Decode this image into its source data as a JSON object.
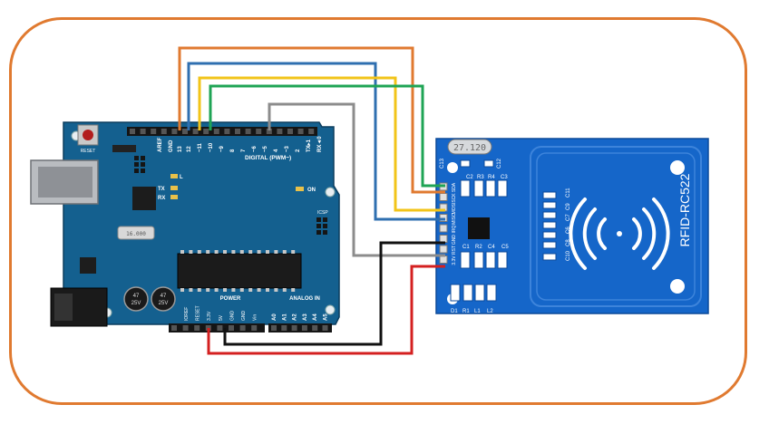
{
  "arduino": {
    "header_labels": {
      "aref": "AREF",
      "gnd": "GND",
      "d13": "13",
      "d12": "12",
      "d11": "~11",
      "d10": "~10",
      "d9": "~9",
      "d8": "8",
      "d7": "7",
      "d6": "~6",
      "d5": "~5",
      "d4": "4",
      "d3": "~3",
      "d2": "2",
      "tx": "TX▸1",
      "rx": "RX◄0"
    },
    "digital_label": "DIGITAL (PWM~)",
    "l_led": "L",
    "tx_led": "TX",
    "rx_led": "RX",
    "on_led": "ON",
    "icsp": "ICSP",
    "reset": "RESET",
    "crystal": "16.000",
    "power_label": "POWER",
    "analog_label": "ANALOG IN",
    "power_pins": [
      "IOREF",
      "RESET",
      "3.3V",
      "5V",
      "GND",
      "GND",
      "Vin"
    ],
    "analog_pins": [
      "A0",
      "A1",
      "A2",
      "A3",
      "A4",
      "A5"
    ],
    "cap_labels": [
      "47",
      "25V",
      "47",
      "25V"
    ]
  },
  "rfid": {
    "title": "RFID-RC522",
    "crystal": "27.120",
    "pins": [
      "SDA",
      "SCK",
      "MOSI",
      "MISO",
      "IRQ",
      "GND",
      "RST",
      "3.3V"
    ],
    "components": {
      "c13": "C13",
      "c12": "C12",
      "c3": "C3",
      "r3": "R3",
      "r4": "R4",
      "c2": "C2",
      "c1": "C1",
      "r2": "R2",
      "c4": "C4",
      "c5": "C5",
      "c11": "C11",
      "c9": "C9",
      "c7": "C7",
      "c6": "C6",
      "c8": "C8",
      "c10": "C10",
      "d1": "D1",
      "r1": "R1",
      "l1": "L1",
      "l2": "L2"
    }
  },
  "wires": {
    "orange": "#e07a30",
    "blue": "#2f6fb0",
    "yellow": "#f2c419",
    "green": "#1fa455",
    "grey": "#8c8c8c",
    "black": "#111111",
    "red": "#d42020"
  },
  "colors": {
    "board_blue": "#14608f",
    "rfid_blue": "#1566c9",
    "frame_orange": "#e07a30"
  }
}
